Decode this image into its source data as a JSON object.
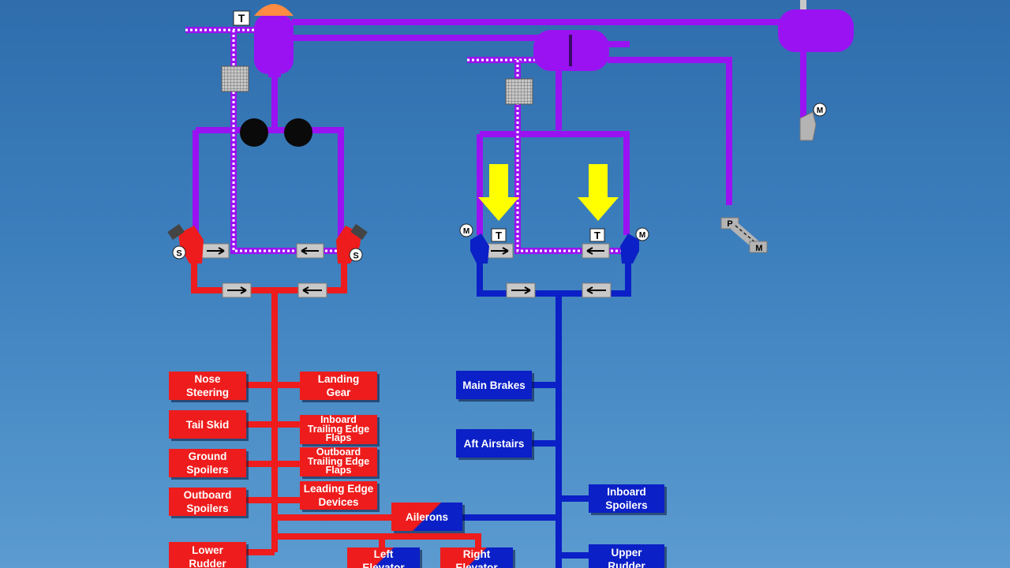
{
  "colors": {
    "system_a": "#ee1c1c",
    "system_b": "#0b20c6",
    "supply": "#9a12f2",
    "accumulator": "#ff8c42",
    "arrow": "#ffff00",
    "background": "#3d80be"
  },
  "component_labels": {
    "sol_left": "S",
    "sol_right": "S",
    "motor_b_left": "M",
    "motor_b_right": "M",
    "motor_top_right": "M",
    "ptu_p": "P",
    "ptu_m": "M",
    "temp_top": "T",
    "temp_b_left": "T",
    "temp_b_right": "T"
  },
  "system_a_users": {
    "nose_steering": "Nose\nSteering",
    "tail_skid": "Tail Skid",
    "ground_spoilers": "Ground\nSpoilers",
    "outboard_spoilers": "Outboard\nSpoilers",
    "lower_rudder": "Lower\nRudder",
    "landing_gear": "Landing\nGear",
    "inboard_te_flaps": "Inboard\nTrailing Edge\nFlaps",
    "outboard_te_flaps": "Outboard\nTrailing Edge\nFlaps",
    "le_devices": "Leading Edge\nDevices"
  },
  "shared_users": {
    "ailerons": "Ailerons",
    "left_elevator": "Left\nElevator",
    "right_elevator": "Right\nElevator"
  },
  "system_b_users": {
    "main_brakes": "Main Brakes",
    "aft_airstairs": "Aft Airstairs",
    "inboard_spoilers": "Inboard\nSpoilers",
    "upper_rudder": "Upper\nRudder"
  }
}
